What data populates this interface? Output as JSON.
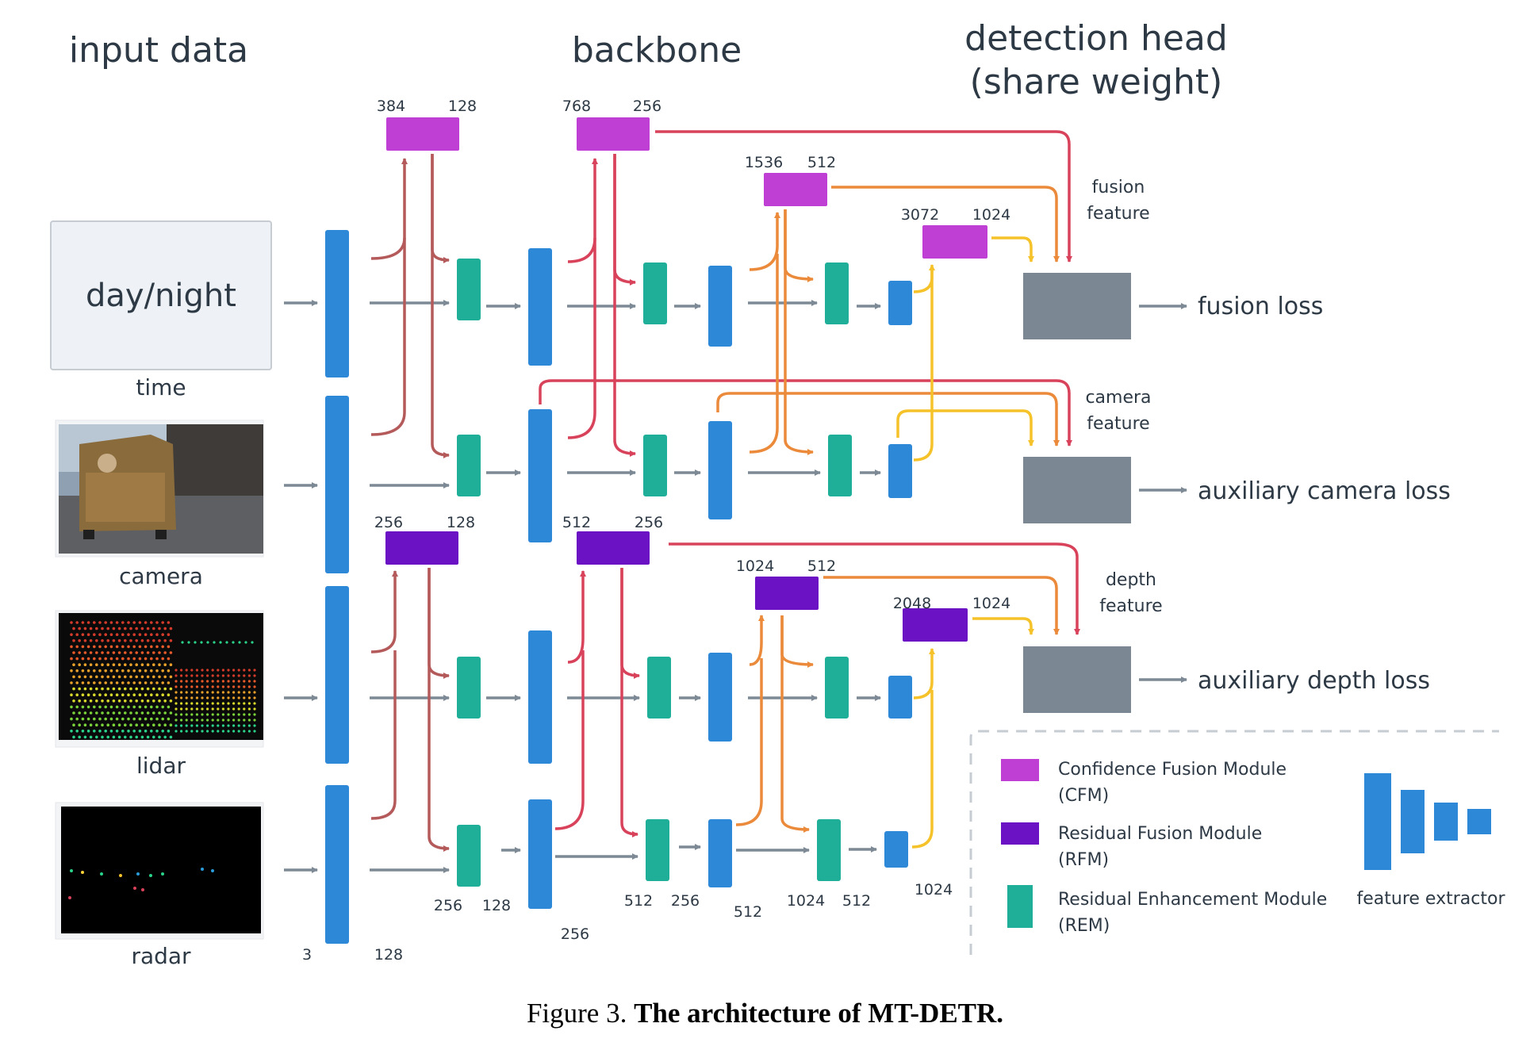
{
  "headers": {
    "input": "input data",
    "backbone": "backbone",
    "detection_line1": "detection head",
    "detection_line2": "(share weight)"
  },
  "inputs": {
    "time_box": "day/night",
    "time": "time",
    "camera": "camera",
    "lidar": "lidar",
    "radar": "radar"
  },
  "losses": {
    "fusion": "fusion loss",
    "camera": "auxiliary camera loss",
    "depth": "auxiliary depth loss"
  },
  "features": {
    "fusion_l1": "fusion",
    "fusion_l2": "feature",
    "camera_l1": "camera",
    "camera_l2": "feature",
    "depth_l1": "depth",
    "depth_l2": "feature"
  },
  "channels": {
    "cfm1_in": "384",
    "cfm1_out": "128",
    "cfm2_in": "768",
    "cfm2_out": "256",
    "cfm3_in": "1536",
    "cfm3_out": "512",
    "cfm4_in": "3072",
    "cfm4_out": "1024",
    "rfm1_in": "256",
    "rfm1_out": "128",
    "rfm2_in": "512",
    "rfm2_out": "256",
    "rfm3_in": "1024",
    "rfm3_out": "512",
    "rfm4_in": "2048",
    "rfm4_out": "1024",
    "b_3": "3",
    "b_128": "128",
    "b_256a": "256",
    "b_128b": "128",
    "b_256b": "256",
    "b_512a": "512",
    "b_256c": "256",
    "b_512b": "512",
    "b_1024a": "1024",
    "b_512c": "512",
    "b_1024b": "1024"
  },
  "legend": {
    "cfm_l1": "Confidence Fusion Module",
    "cfm_l2": "(CFM)",
    "rfm_l1": "Residual Fusion Module",
    "rfm_l2": "(RFM)",
    "rem_l1": "Residual Enhancement Module",
    "rem_l2": "(REM)",
    "extractor": "feature extractor"
  },
  "caption": {
    "prefix": "Figure 3. ",
    "bold": "The architecture of MT-DETR."
  },
  "colors": {
    "cfm": "#bf3fd4",
    "rfm": "#6a12c4",
    "rem": "#1fae98",
    "extractor": "#2d88d8",
    "head": "#7b8894",
    "arrow_gray": "#7d8a96",
    "arrow_brown": "#b55a5a",
    "arrow_red": "#d8425a",
    "arrow_orange": "#ea8a3a",
    "arrow_yellow": "#f5c22a"
  }
}
